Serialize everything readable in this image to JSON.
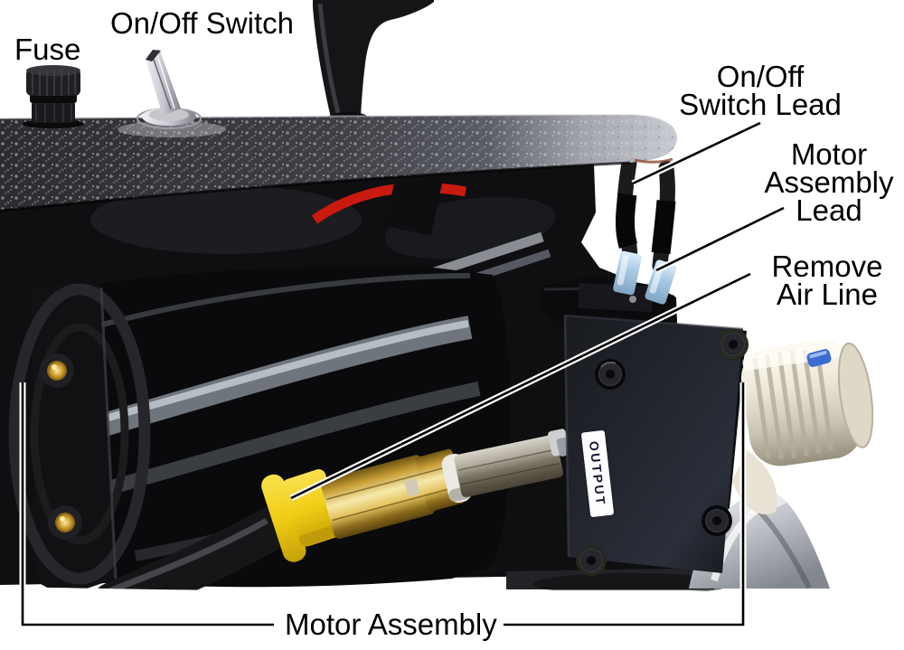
{
  "figure": {
    "type": "annotated-parts-photo",
    "subject": "air compressor motor assembly",
    "background": "#ffffff"
  },
  "annotations": {
    "fuse": "Fuse",
    "onoff_switch": "On/Off Switch",
    "onoff_switch_lead": "On/Off\nSwitch Lead",
    "motor_assembly_lead": "Motor\nAssembly\nLead",
    "remove_air_line": "Remove\nAir Line",
    "motor_assembly": "Motor Assembly"
  },
  "photo": {
    "output_sticker": "OUTPUT"
  },
  "style": {
    "label_color": "#000000",
    "leader_line_color": "#000000",
    "leader_casing_color": "#ffffff",
    "plate_dark": "#2c2c30",
    "plate_bright_end": "#c9cbd2",
    "yellow_collar": "#f0cd14",
    "brass_fitting": "#e6c562",
    "blue_connector": "#aacbe4",
    "red_wire": "#c91a10",
    "white_fitting": "#ece7d8",
    "tank_gray": "#c3c7cd"
  }
}
